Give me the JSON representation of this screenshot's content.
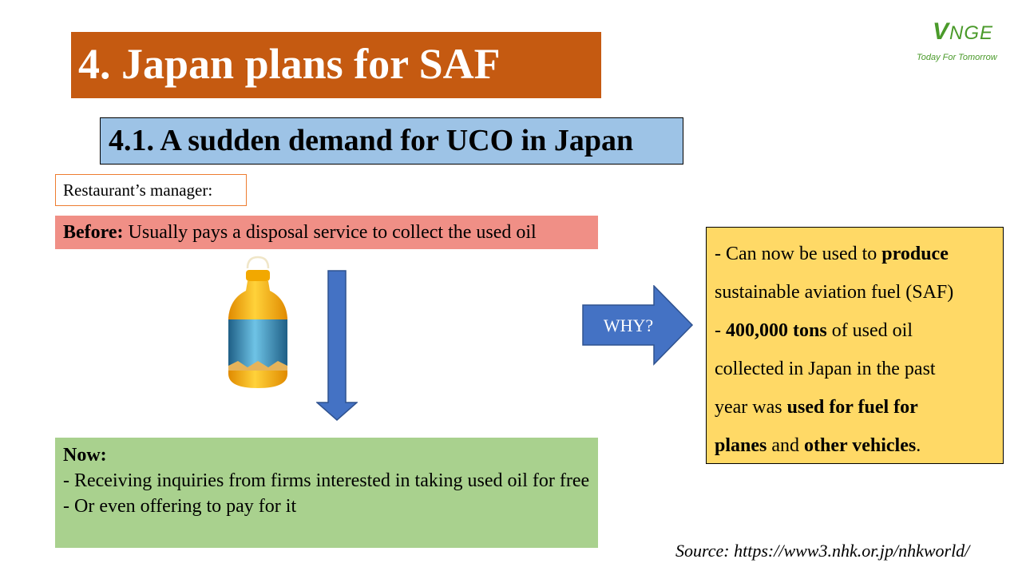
{
  "title": "4. Japan plans for SAF",
  "subtitle": "4.1. A sudden demand for UCO in Japan",
  "logo": {
    "brand": "VNGE",
    "brand_first": "V",
    "brand_rest": "NGE",
    "tagline": "Today For Tomorrow"
  },
  "manager_label": "Restaurant’s manager:",
  "before": {
    "label": "Before:",
    "text": " Usually pays a disposal service to collect the used oil"
  },
  "now": {
    "label": "Now:",
    "line1": "- Receiving inquiries from firms interested in taking used oil for free",
    "line2": "- Or even offering to pay for it"
  },
  "why_label": "WHY?",
  "why": {
    "l1_a": "- Can now be used to ",
    "l1_b": "produce",
    "l2": "sustainable aviation fuel (SAF)",
    "l3_a": "- ",
    "l3_b": "400,000 tons",
    "l3_c": " of used oil",
    "l4": "collected in Japan in the past",
    "l5_a": "year was ",
    "l5_b": "used for fuel for",
    "l6_a": "planes",
    "l6_b": " and ",
    "l6_c": "other vehicles",
    "l6_d": "."
  },
  "source": "Source: https://www3.nhk.or.jp/nhkworld/",
  "colors": {
    "title_bg": "#c55a11",
    "subtitle_bg": "#9dc3e6",
    "before_bg": "#f08f86",
    "now_bg": "#a9d18e",
    "why_box_bg": "#ffd966",
    "arrow": "#4472c4",
    "logo_green": "#4a9a2a"
  },
  "icons": {
    "bottle": "oil-bottle-icon",
    "arrow_down": "arrow-down-icon",
    "arrow_right": "arrow-right-icon"
  }
}
